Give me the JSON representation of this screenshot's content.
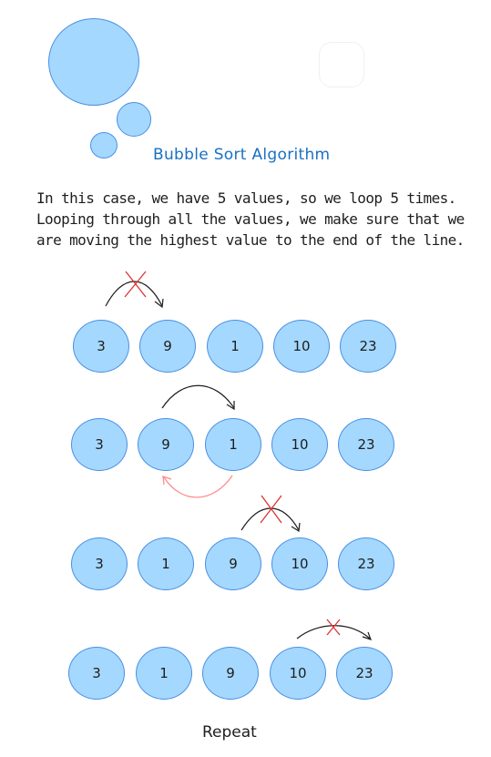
{
  "title": "Bubble Sort Algorithm",
  "description": [
    "In this case, we have 5 values, so we loop 5 times.",
    "Looping through all the values, we make sure that we",
    "are moving the highest value to the end of the line."
  ],
  "rows": [
    {
      "values": [
        "3",
        "9",
        "1",
        "10",
        "23"
      ]
    },
    {
      "values": [
        "3",
        "9",
        "1",
        "10",
        "23"
      ]
    },
    {
      "values": [
        "3",
        "1",
        "9",
        "10",
        "23"
      ]
    },
    {
      "values": [
        "3",
        "1",
        "9",
        "10",
        "23"
      ]
    }
  ],
  "footer": "Repeat",
  "colors": {
    "node_fill": "#a5d8ff",
    "node_stroke": "#4a90e2",
    "title": "#1971c2",
    "arrow": "#1e1e1e",
    "cross": "#e03131",
    "swap_arrow": "#ff8787"
  }
}
